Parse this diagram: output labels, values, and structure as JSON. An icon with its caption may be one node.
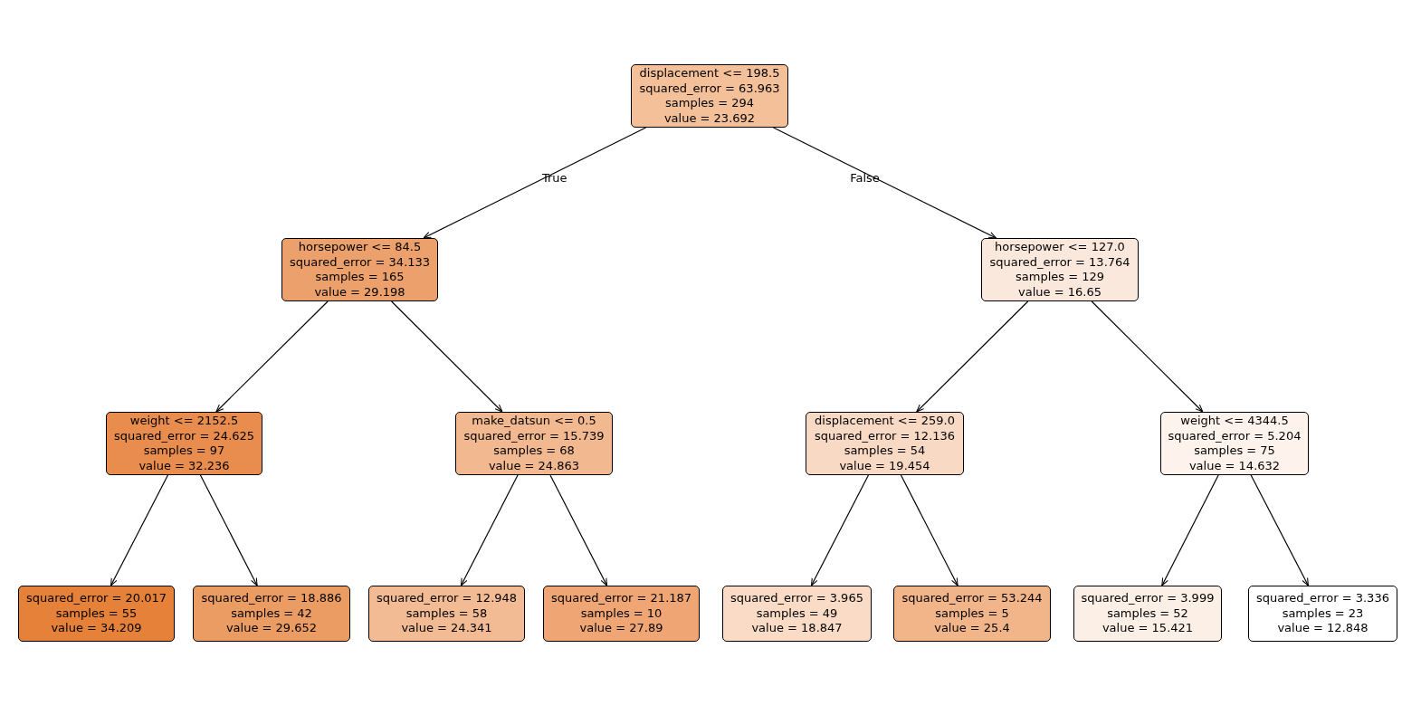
{
  "diagram": {
    "nodes": [
      {
        "text": [
          "displacement <= 198.5",
          "squared_error = 63.963",
          "samples = 294",
          "value = 23.692"
        ]
      },
      {
        "text": [
          "horsepower <= 84.5",
          "squared_error = 34.133",
          "samples = 165",
          "value = 29.198"
        ]
      },
      {
        "text": [
          "horsepower <= 127.0",
          "squared_error = 13.764",
          "samples = 129",
          "value = 16.65"
        ]
      },
      {
        "text": [
          "weight <= 2152.5",
          "squared_error = 24.625",
          "samples = 97",
          "value = 32.236"
        ]
      },
      {
        "text": [
          "make_datsun <= 0.5",
          "squared_error = 15.739",
          "samples = 68",
          "value = 24.863"
        ]
      },
      {
        "text": [
          "displacement <= 259.0",
          "squared_error = 12.136",
          "samples = 54",
          "value = 19.454"
        ]
      },
      {
        "text": [
          "weight <= 4344.5",
          "squared_error = 5.204",
          "samples = 75",
          "value = 14.632"
        ]
      },
      {
        "text": [
          "squared_error = 20.017",
          "samples = 55",
          "value = 34.209"
        ]
      },
      {
        "text": [
          "squared_error = 18.886",
          "samples = 42",
          "value = 29.652"
        ]
      },
      {
        "text": [
          "squared_error = 12.948",
          "samples = 58",
          "value = 24.341"
        ]
      },
      {
        "text": [
          "squared_error = 21.187",
          "samples = 10",
          "value = 27.89"
        ]
      },
      {
        "text": [
          "squared_error = 3.965",
          "samples = 49",
          "value = 18.847"
        ]
      },
      {
        "text": [
          "squared_error = 53.244",
          "samples = 5",
          "value = 25.4"
        ]
      },
      {
        "text": [
          "squared_error = 3.999",
          "samples = 52",
          "value = 15.421"
        ]
      },
      {
        "text": [
          "squared_error = 3.336",
          "samples = 23",
          "value = 12.848"
        ]
      }
    ],
    "edges": [
      {
        "from": 0,
        "to": 1,
        "arrow": "to",
        "label": "True"
      },
      {
        "from": 0,
        "to": 2,
        "arrow": "to",
        "label": "False"
      },
      {
        "from": 1,
        "to": 3,
        "arrow": "to"
      },
      {
        "from": 1,
        "to": 4,
        "arrow": "to"
      },
      {
        "from": 2,
        "to": 5,
        "arrow": "to"
      },
      {
        "from": 2,
        "to": 6,
        "arrow": "to"
      },
      {
        "from": 3,
        "to": 7,
        "arrow": "to"
      },
      {
        "from": 3,
        "to": 8,
        "arrow": "to"
      },
      {
        "from": 4,
        "to": 9,
        "arrow": "to"
      },
      {
        "from": 4,
        "to": 10,
        "arrow": "to"
      },
      {
        "from": 5,
        "to": 11,
        "arrow": "to"
      },
      {
        "from": 5,
        "to": 12,
        "arrow": "to"
      },
      {
        "from": 6,
        "to": 13,
        "arrow": "to"
      },
      {
        "from": 6,
        "to": 14,
        "arrow": "to"
      }
    ]
  }
}
